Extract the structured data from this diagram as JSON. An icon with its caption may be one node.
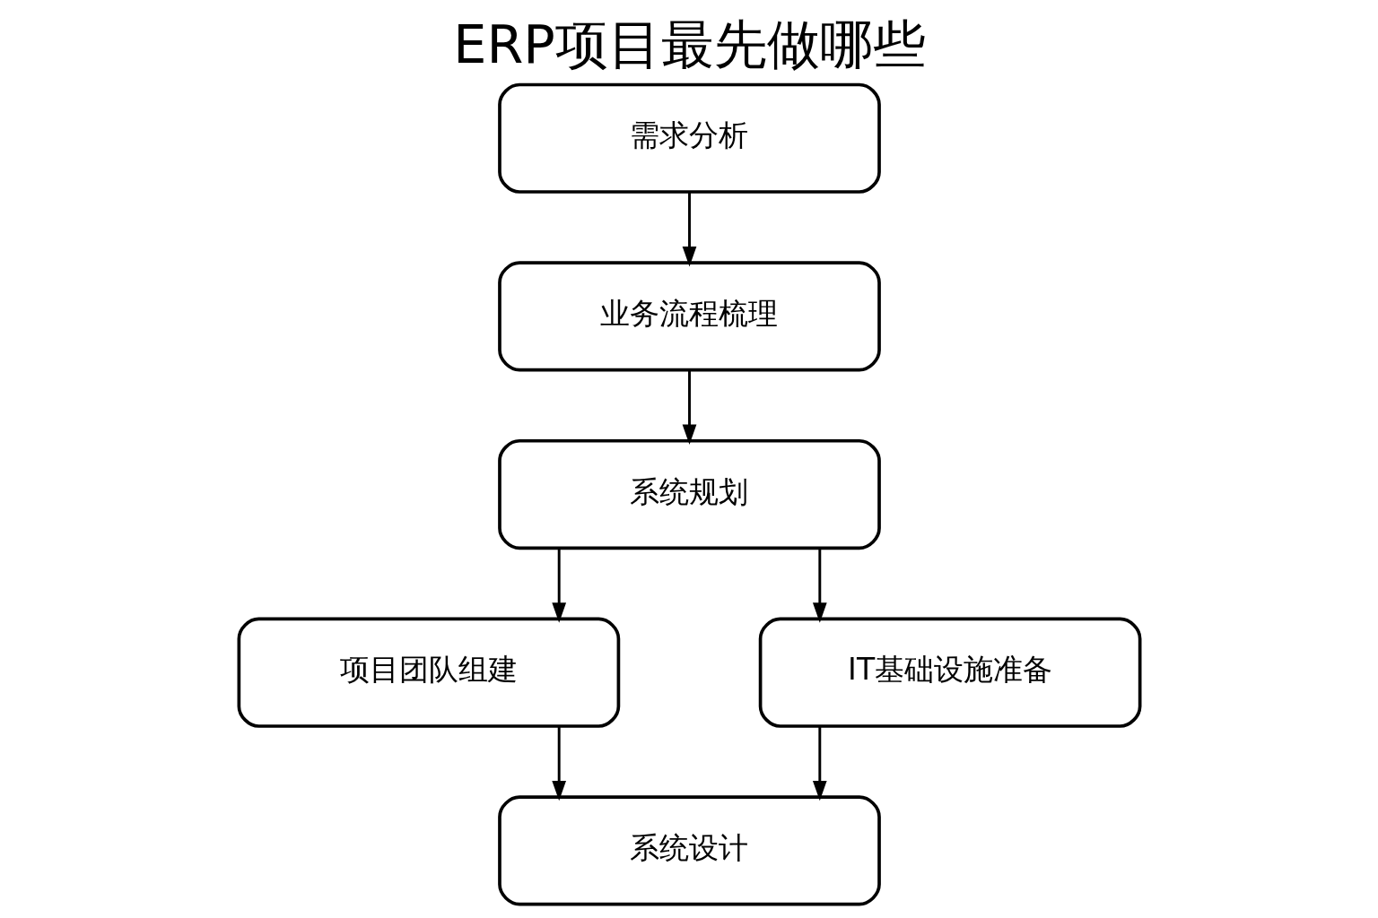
{
  "diagram": {
    "title": "ERP项目最先做哪些",
    "nodes": [
      {
        "text": [
          "需求分析"
        ]
      },
      {
        "text": [
          "业务流程梳理"
        ]
      },
      {
        "text": [
          "系统规划"
        ]
      },
      {
        "text": [
          "项目团队组建"
        ]
      },
      {
        "text": [
          "IT基础设施准备"
        ]
      },
      {
        "text": [
          "系统设计"
        ]
      }
    ],
    "edges": [
      {
        "from": 0,
        "to": 1,
        "arrow": "to"
      },
      {
        "from": 1,
        "to": 2,
        "arrow": "to"
      },
      {
        "from": 2,
        "to": 3,
        "arrow": "to"
      },
      {
        "from": 2,
        "to": 4,
        "arrow": "to"
      },
      {
        "from": 3,
        "to": 5,
        "arrow": "to"
      },
      {
        "from": 4,
        "to": 5,
        "arrow": "to"
      }
    ]
  }
}
